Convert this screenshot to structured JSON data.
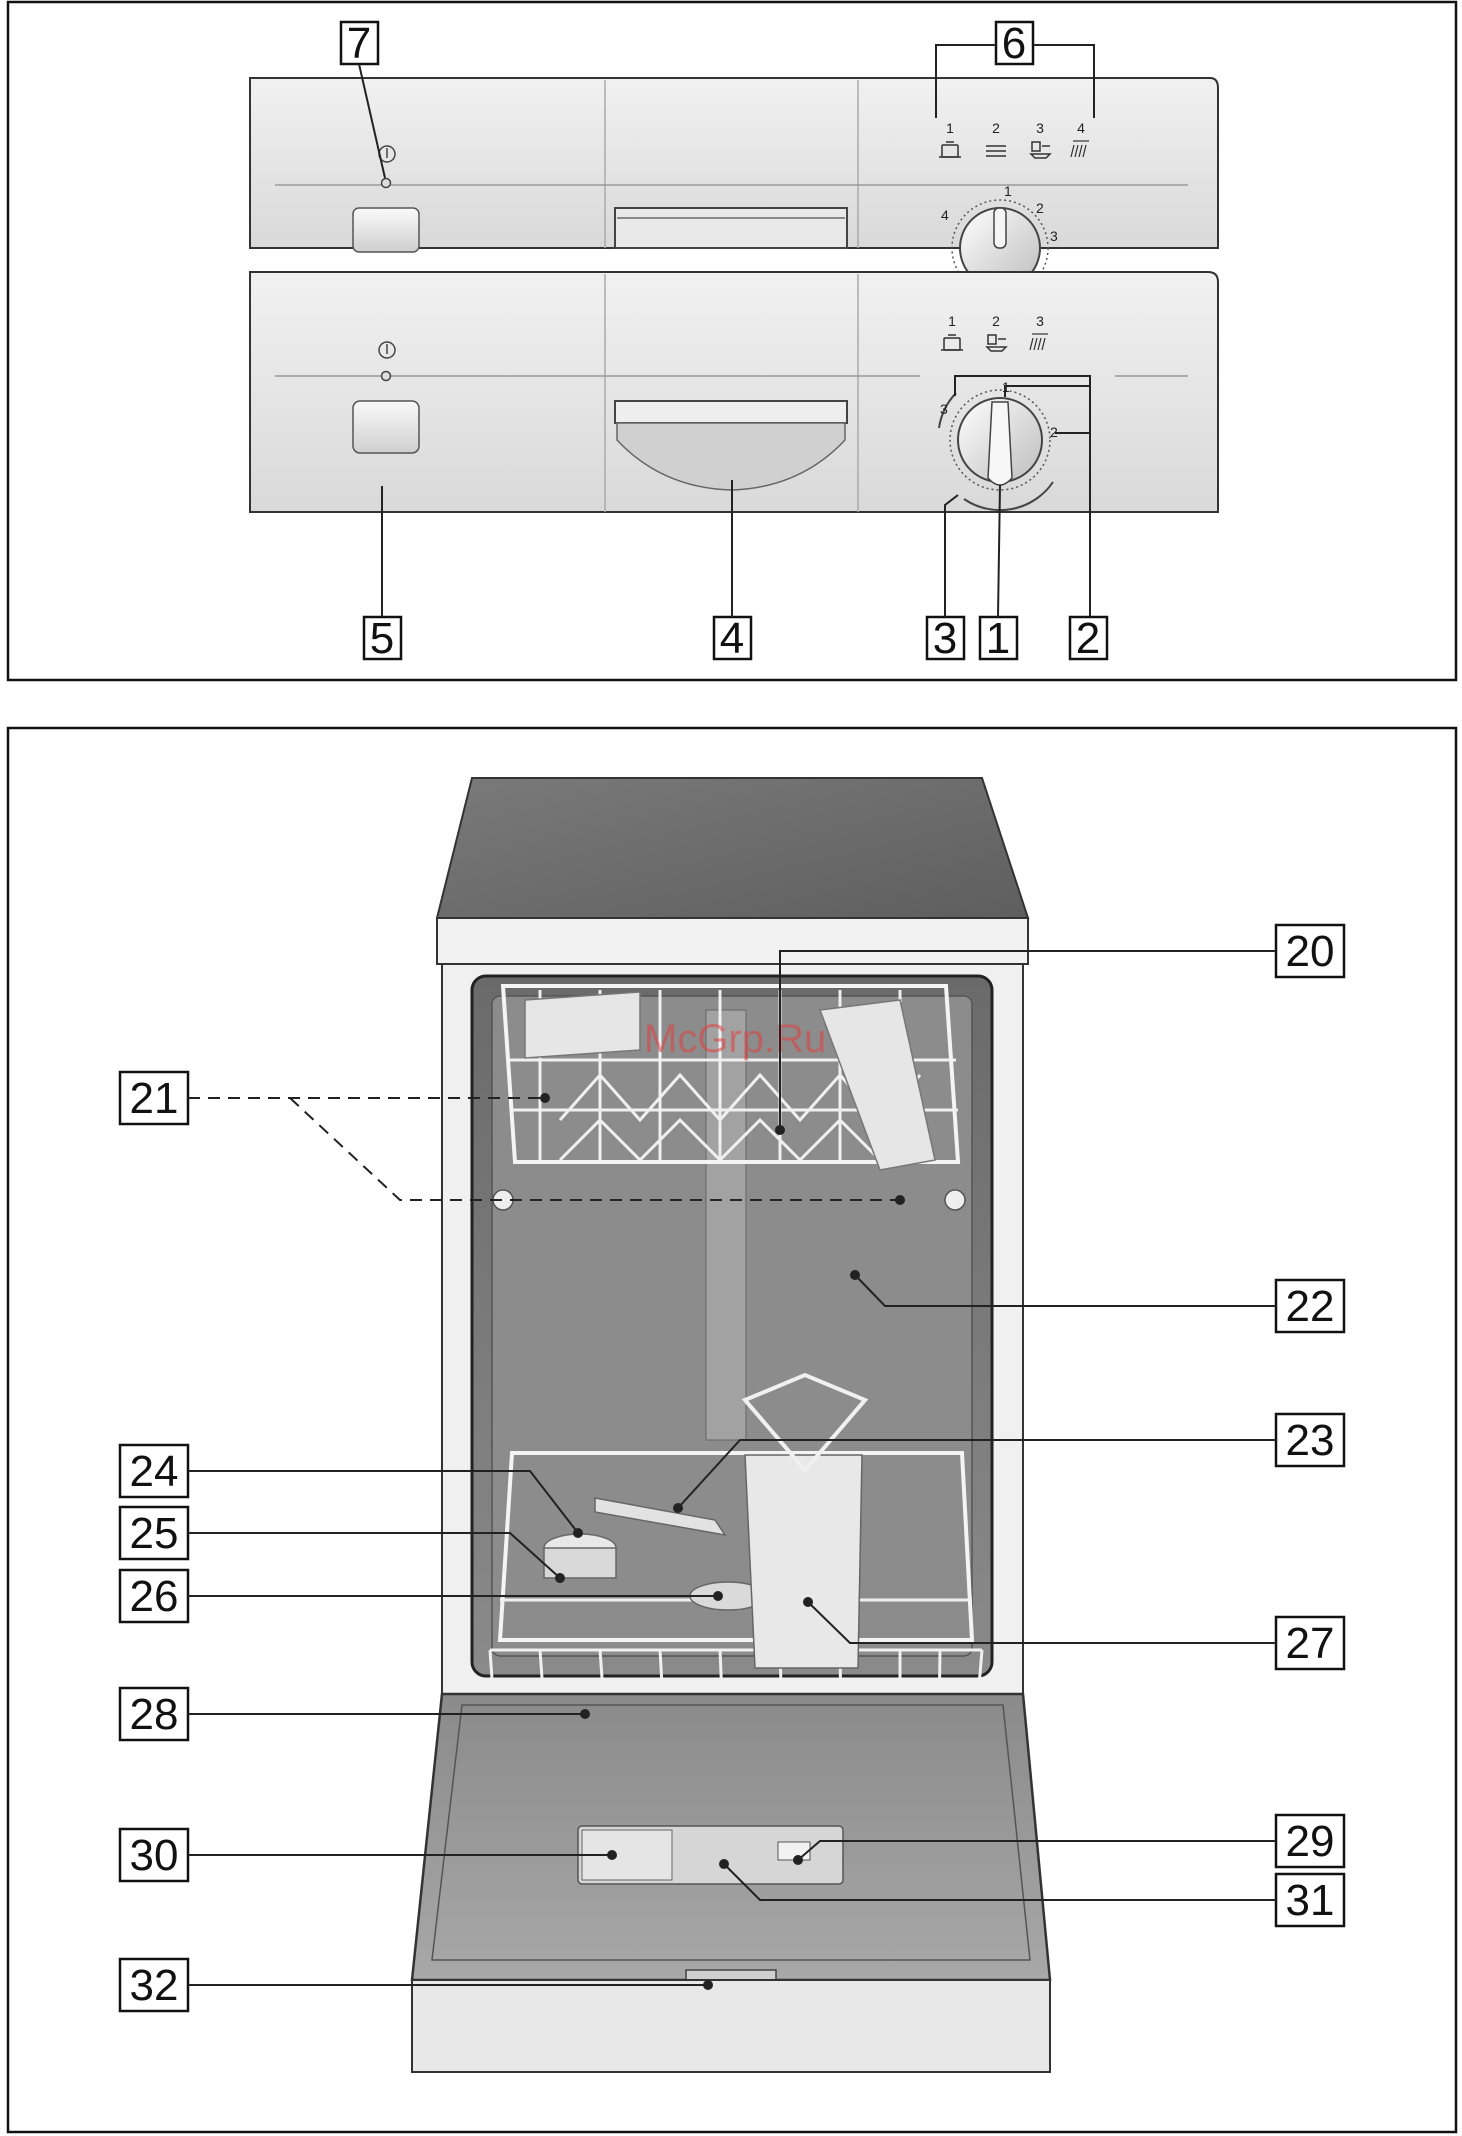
{
  "panel_top": {
    "program_numbers_4": [
      "1",
      "2",
      "3",
      "4"
    ],
    "dial_numbers_4": [
      "1",
      "2",
      "3",
      "4"
    ]
  },
  "panel_bottom": {
    "program_numbers_3": [
      "1",
      "2",
      "3"
    ],
    "dial_numbers_3": [
      "1",
      "2",
      "3"
    ]
  },
  "callouts_top": {
    "c7": "7",
    "c6": "6",
    "c5": "5",
    "c4": "4",
    "c3": "3",
    "c1": "1",
    "c2": "2"
  },
  "callouts_bottom": {
    "c20": "20",
    "c21": "21",
    "c22": "22",
    "c23": "23",
    "c24": "24",
    "c25": "25",
    "c26": "26",
    "c27": "27",
    "c28": "28",
    "c29": "29",
    "c30": "30",
    "c31": "31",
    "c32": "32"
  },
  "watermark": "McGrp.Ru",
  "icons": {
    "power": "power-icon",
    "programs": [
      "pot-icon",
      "plates-icon",
      "cup-plate-icon",
      "rinse-icon"
    ]
  }
}
